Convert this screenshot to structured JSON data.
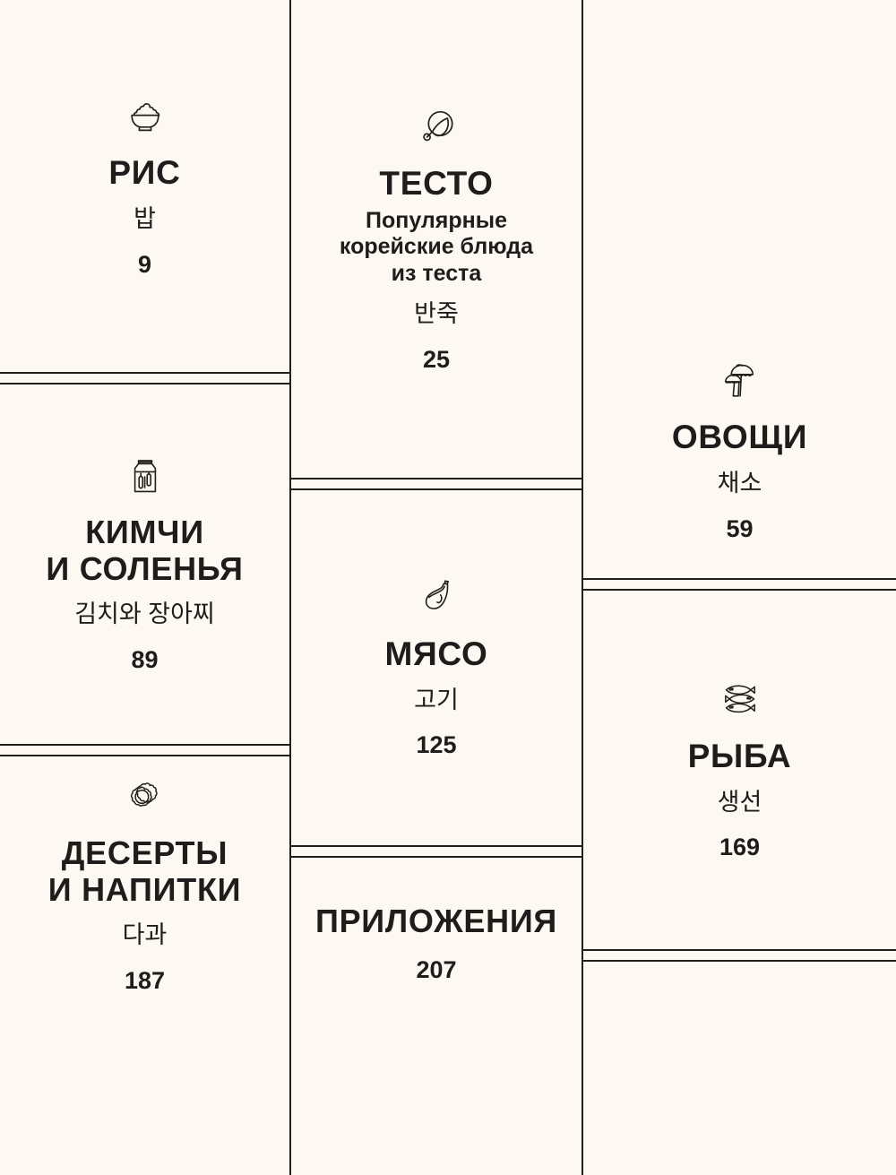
{
  "document": {
    "kind": "cookbook-table-of-contents",
    "background_color": "#fdf8f2",
    "rule_color": "#231f1c",
    "text_color": "#1f1d1b"
  },
  "sections": [
    {
      "id": "rice",
      "icon": "rice-bowl-icon",
      "title": "РИС",
      "subtitle": "",
      "korean": "밥",
      "page": "9"
    },
    {
      "id": "dough",
      "icon": "frying-pan-dumpling-icon",
      "title": "ТЕСТО",
      "subtitle": "Популярные\nкорейские блюда\nиз теста",
      "korean": "반죽",
      "page": "25"
    },
    {
      "id": "vegetables",
      "icon": "mushroom-icon",
      "title": "ОВОЩИ",
      "subtitle": "",
      "korean": "채소",
      "page": "59"
    },
    {
      "id": "kimchi",
      "icon": "pickle-jar-icon",
      "title": "КИМЧИ\nИ СОЛЕНЬЯ",
      "subtitle": "",
      "korean": "김치와 장아찌",
      "page": "89"
    },
    {
      "id": "meat",
      "icon": "meat-cut-icon",
      "title": "МЯСО",
      "subtitle": "",
      "korean": "고기",
      "page": "125"
    },
    {
      "id": "fish",
      "icon": "three-fish-icon",
      "title": "РЫБА",
      "subtitle": "",
      "korean": "생선",
      "page": "169"
    },
    {
      "id": "desserts",
      "icon": "rice-cakes-icon",
      "title": "ДЕСЕРТЫ\nИ НАПИТКИ",
      "subtitle": "",
      "korean": "다과",
      "page": "187"
    },
    {
      "id": "appendix",
      "icon": "none",
      "title": "ПРИЛОЖЕНИЯ",
      "subtitle": "",
      "korean": "",
      "page": "207"
    }
  ]
}
